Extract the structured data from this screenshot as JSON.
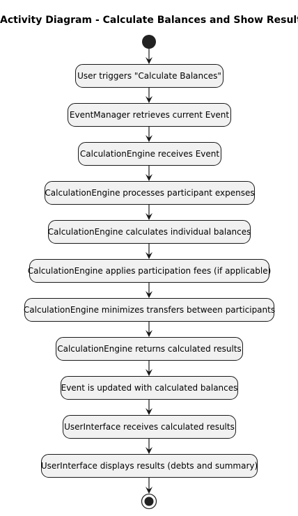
{
  "diagram": {
    "title": "Activity Diagram - Calculate Balances and Show Results",
    "type": "activity",
    "colors": {
      "node_fill": "#f1f1f1",
      "node_stroke": "#181818",
      "start_end": "#222222"
    },
    "steps": [
      "User triggers \"Calculate Balances\"",
      "EventManager retrieves current Event",
      "CalculationEngine receives Event",
      "CalculationEngine processes participant expenses",
      "CalculationEngine calculates individual balances",
      "CalculationEngine applies participation fees (if applicable)",
      "CalculationEngine minimizes transfers between participants",
      "CalculationEngine returns calculated results",
      "Event is updated with calculated balances",
      "UserInterface receives calculated results",
      "UserInterface displays results (debts and summary)"
    ]
  }
}
